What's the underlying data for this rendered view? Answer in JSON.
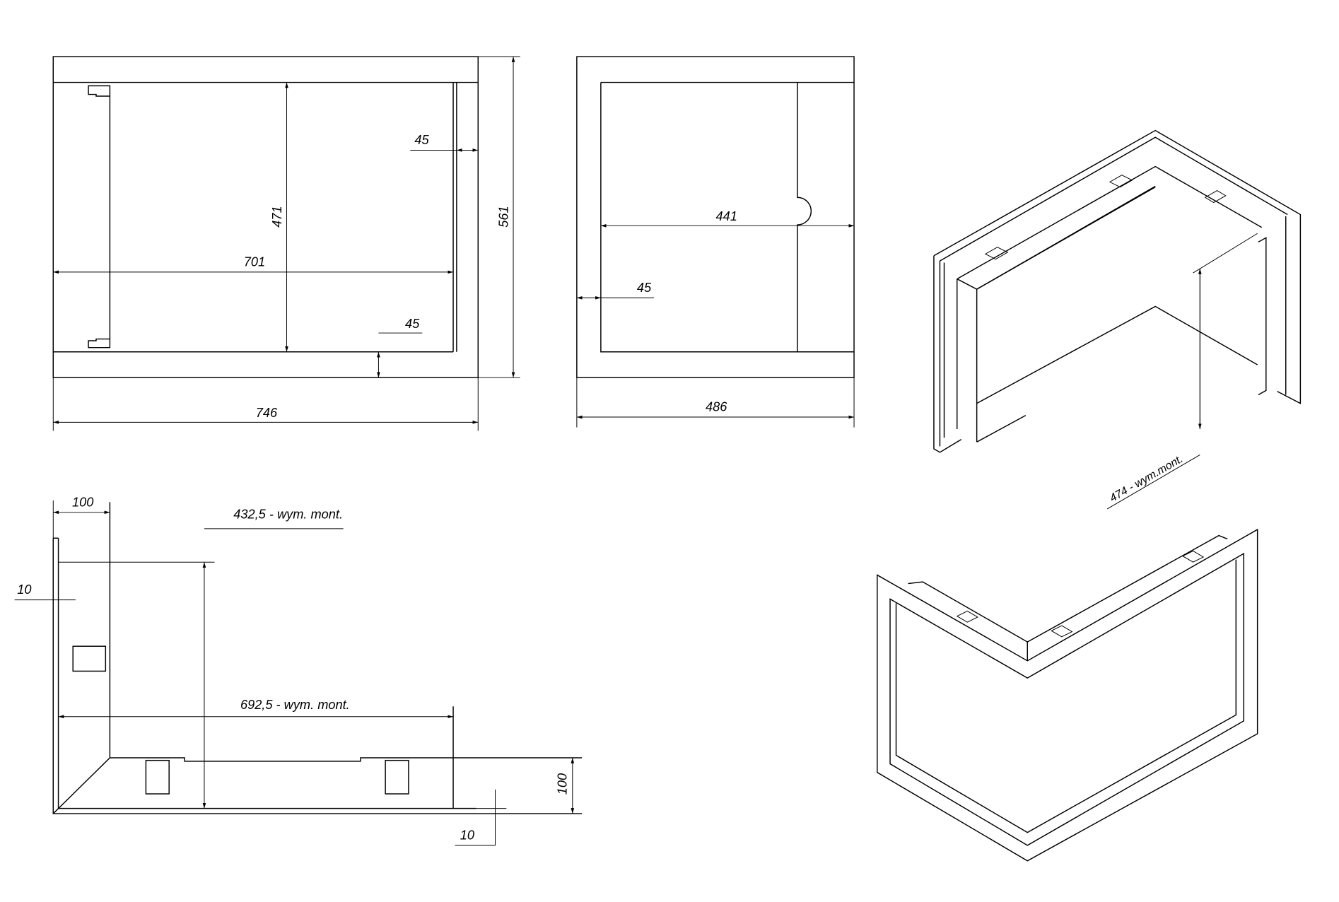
{
  "front_view": {
    "dim_height_inner": "471",
    "dim_width_inner": "701",
    "dim_side_margin": "45",
    "dim_bottom_margin": "45",
    "dim_height_outer": "561",
    "dim_width_outer": "746"
  },
  "side_view": {
    "dim_depth_inner": "441",
    "dim_front_margin": "45",
    "dim_depth_outer": "486"
  },
  "plan_view": {
    "dim_flange": "100",
    "dim_mount_depth": "432,5  - wym. mont.",
    "dim_thickness_left": "10",
    "dim_mount_width": "692,5 - wym. mont.",
    "dim_flange_bottom": "100",
    "dim_thickness_bottom": "10"
  },
  "iso_view": {
    "dim_mount_height": "474 - wym.mont."
  },
  "colors": {
    "line": "#000000",
    "background": "#ffffff"
  }
}
